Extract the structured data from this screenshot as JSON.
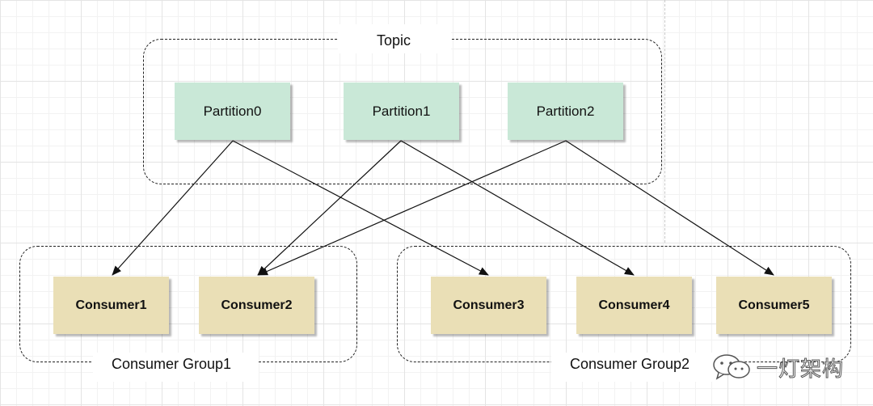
{
  "topic": {
    "label": "Topic"
  },
  "partitions": [
    {
      "label": "Partition0"
    },
    {
      "label": "Partition1"
    },
    {
      "label": "Partition2"
    }
  ],
  "consumer_groups": [
    {
      "label": "Consumer Group1"
    },
    {
      "label": "Consumer Group2"
    }
  ],
  "consumers": [
    {
      "label": "Consumer1"
    },
    {
      "label": "Consumer2"
    },
    {
      "label": "Consumer3"
    },
    {
      "label": "Consumer4"
    },
    {
      "label": "Consumer5"
    }
  ],
  "edges": [
    {
      "from": "Partition0",
      "to": "Consumer1"
    },
    {
      "from": "Partition0",
      "to": "Consumer3"
    },
    {
      "from": "Partition1",
      "to": "Consumer2"
    },
    {
      "from": "Partition1",
      "to": "Consumer4"
    },
    {
      "from": "Partition2",
      "to": "Consumer2"
    },
    {
      "from": "Partition2",
      "to": "Consumer5"
    }
  ],
  "watermark": {
    "text": "一灯架构",
    "icon": "wechat-icon"
  },
  "colors": {
    "partition_fill": "#c9e8d7",
    "consumer_fill": "#eadfb6",
    "group_border": "#222222",
    "edge": "#111111"
  }
}
